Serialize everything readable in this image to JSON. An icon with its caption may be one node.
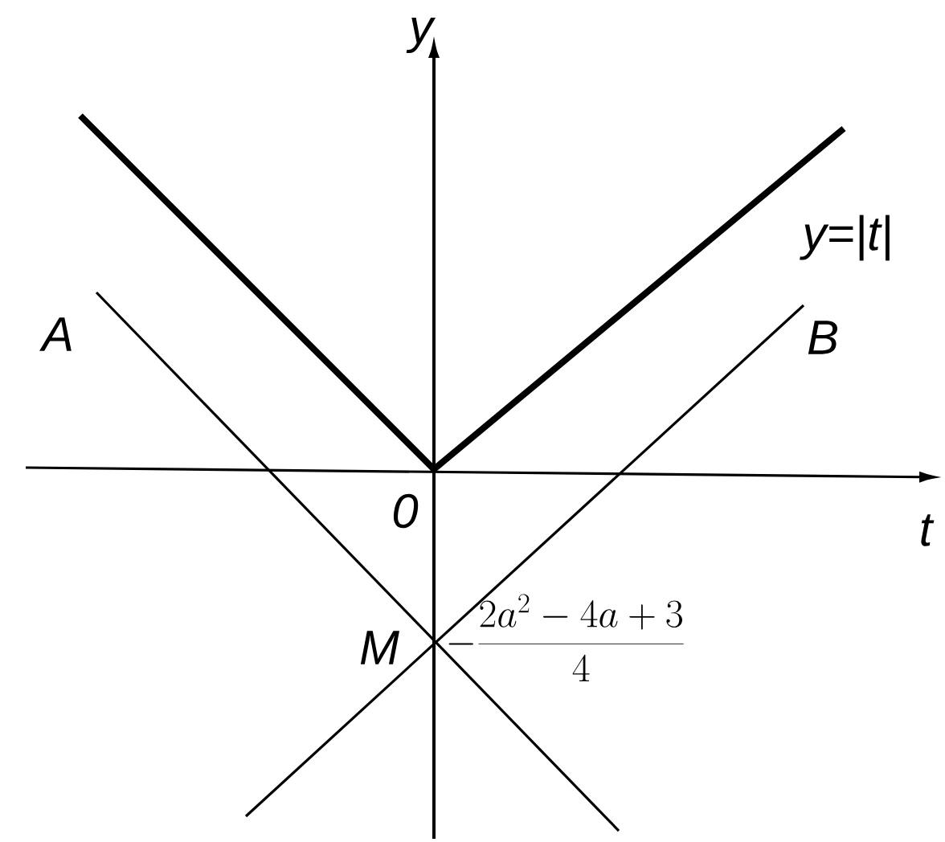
{
  "diagram": {
    "labels": [
      "y",
      "y=|t|",
      "A",
      "B",
      "0",
      "t",
      "M",
      "-\\frac{2a^2-4a+3}{4}"
    ]
  }
}
